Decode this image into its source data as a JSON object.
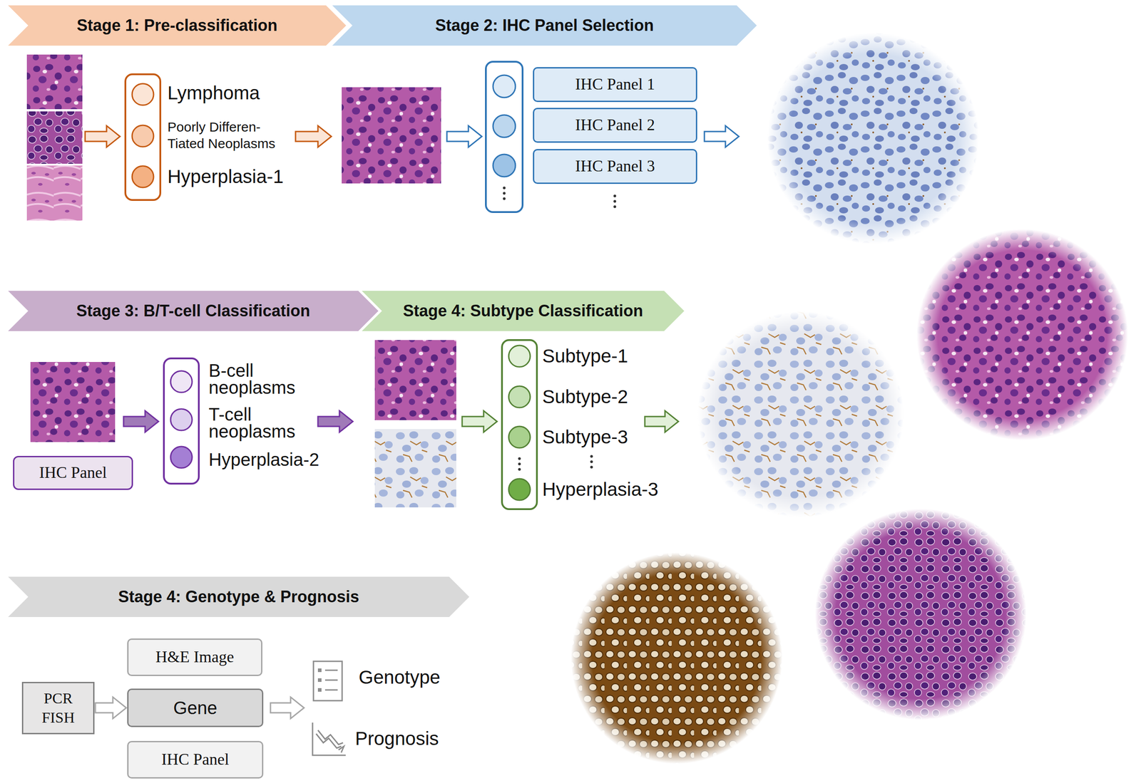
{
  "diagram": {
    "nodes": [
      {
        "text": [
          "Stage 1: Pre-classification"
        ]
      },
      {
        "text": [
          "Stage 2: IHC Panel Selection"
        ]
      },
      {
        "text": [
          "IHC Panel 1"
        ]
      },
      {
        "text": [
          "IHC Panel 2"
        ]
      },
      {
        "text": [
          "IHC Panel 3"
        ]
      },
      {
        "text": [
          "Stage 3: B/T-cell Classification"
        ]
      },
      {
        "text": [
          "Stage 4: Subtype Classification"
        ]
      },
      {
        "text": [
          "IHC Panel"
        ]
      },
      {
        "text": [
          "Stage 4: Genotype & Prognosis"
        ]
      },
      {
        "text": [
          "H&E Image"
        ]
      },
      {
        "text": [
          "PCR FISH"
        ]
      },
      {
        "text": [
          "Gene"
        ]
      },
      {
        "text": [
          "IHC Panel"
        ]
      }
    ],
    "edges": [
      {
        "from": 10,
        "to": 11,
        "arrow": "to"
      }
    ],
    "labels": [
      "Lymphoma",
      "Poorly Differen- Tiated Neoplasms",
      "Hyperplasia-1",
      "B-cell neoplasms",
      "T-cell neoplasms",
      "Hyperplasia-2",
      "Subtype-1",
      "Subtype-2",
      "Subtype-3",
      "Hyperplasia-3",
      "Genotype",
      "Prognosis"
    ]
  }
}
